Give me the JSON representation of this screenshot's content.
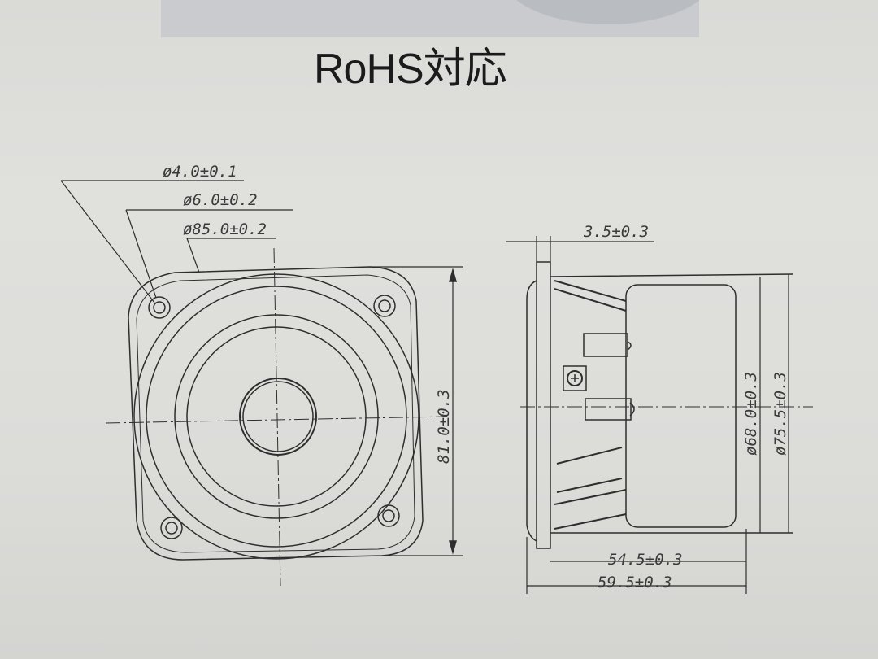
{
  "title": "RoHS対応",
  "front_view": {
    "dimensions": {
      "mounting_hole": "ø4.0±0.1",
      "counterbore": "ø6.0±0.2",
      "hole_pitch_circle": "ø85.0±0.2",
      "height": "81.0±0.3"
    }
  },
  "side_view": {
    "dimensions": {
      "flange_thickness": "3.5±0.3",
      "magnet_diameter": "ø68.0±0.3",
      "frame_diameter": "ø75.5±0.3",
      "depth_inner": "54.5±0.3",
      "depth_total": "59.5±0.3"
    }
  },
  "colors": {
    "line": "#2e2e2e",
    "paper": "#dcdcd9"
  }
}
